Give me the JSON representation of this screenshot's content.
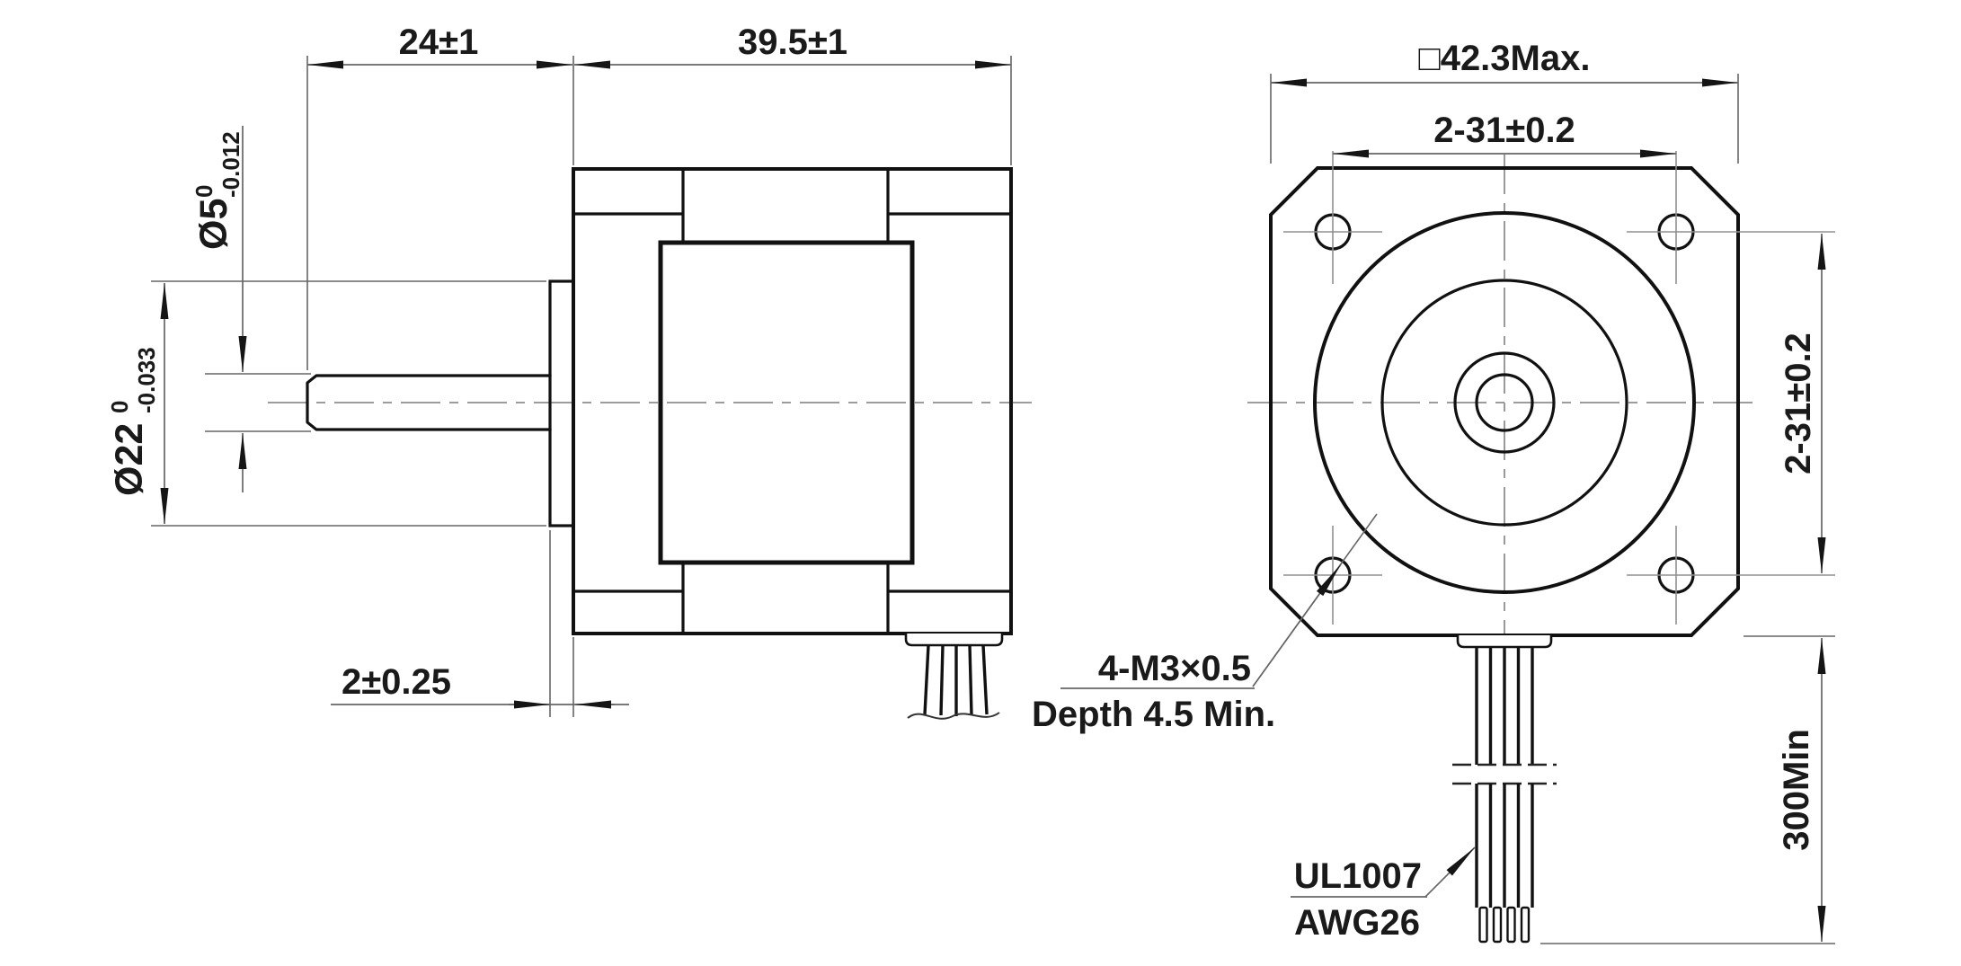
{
  "drawing": {
    "background": "#ffffff",
    "outline_color": "#111111",
    "dimension_line_color": "#666666",
    "centerline_color": "#8f8f8f",
    "text_color": "#1a1a1a"
  },
  "side_view": {
    "dim_shaft_length": "24±1",
    "dim_body_length": "39.5±1",
    "dim_shaft_diameter": {
      "main": "Ø5",
      "upper_tolerance": "0",
      "lower_tolerance": "-0.012"
    },
    "dim_pilot_diameter": {
      "main": "Ø22",
      "upper_tolerance": "0",
      "lower_tolerance": "-0.033"
    },
    "dim_pilot_height": "2±0.25"
  },
  "front_view": {
    "dim_body_size": "□42.3Max.",
    "dim_hole_spacing_horizontal": "2-31±0.2",
    "dim_hole_spacing_vertical": "2-31±0.2",
    "dim_lead_length": "300Min",
    "mounting_hole_note_line1": "4-M3×0.5",
    "mounting_hole_note_line2": "Depth 4.5 Min.",
    "lead_wire_note_line1": "UL1007",
    "lead_wire_note_line2": "AWG26"
  }
}
